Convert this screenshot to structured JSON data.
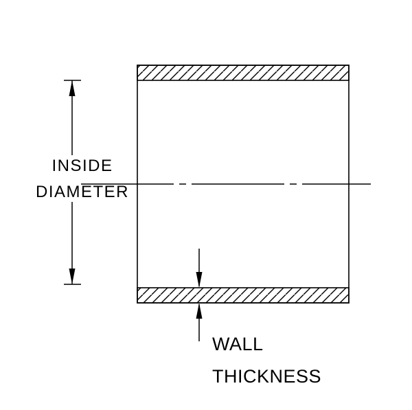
{
  "diagram": {
    "labels": {
      "inside_diameter": {
        "line1": "INSIDE",
        "line2": "DIAMETER"
      },
      "wall_thickness": {
        "line1": "WALL",
        "line2": "THICKNESS"
      }
    },
    "colors": {
      "line": "#000000",
      "background": "#ffffff"
    }
  }
}
